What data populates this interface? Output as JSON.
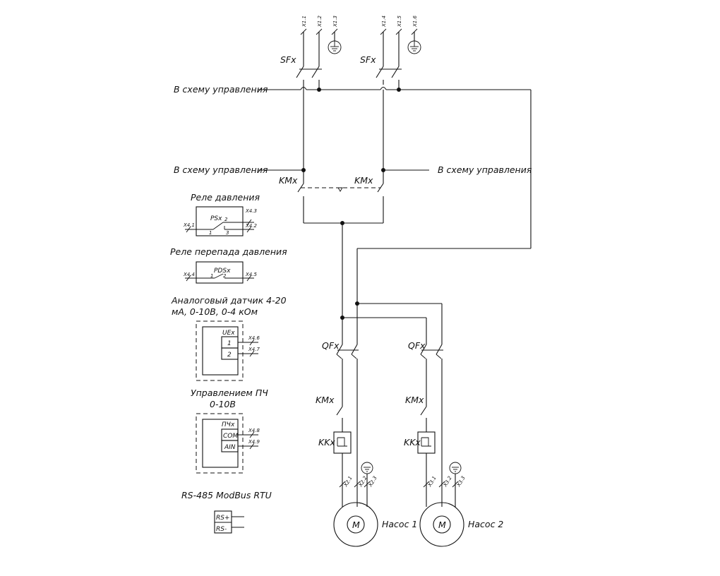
{
  "terminals": {
    "x11": "X1.1",
    "x12": "X1.2",
    "x13": "X1.3",
    "x14": "X1.4",
    "x15": "X1.5",
    "x16": "X1.6",
    "x21": "X2.1",
    "x22": "X2.2",
    "x23": "X2.3",
    "x31": "X3.1",
    "x32": "X3.2",
    "x33": "X3.3",
    "x41": "X4.1",
    "x42": "X4.2",
    "x43": "X4.3",
    "x44": "X4.4",
    "x45": "X4.5",
    "x46": "X4.6",
    "x47": "X4.7",
    "x48": "X4.8",
    "x49": "X4.9"
  },
  "labels": {
    "sf": "SFx",
    "km": "KMx",
    "qf": "QFx",
    "kk": "KKx",
    "to_control": "В схему управления",
    "motor": "M",
    "pump1": "Насос 1",
    "pump2": "Насос 2"
  },
  "legend": {
    "pressure_relay_title": "Реле давления",
    "pressure_relay_code": "PSx",
    "diff_relay_title": "Реле перепада давления",
    "diff_relay_code": "PDSx",
    "analog_title_1": "Аналоговый датчик 4-20",
    "analog_title_2": "мА, 0-10В, 0-4 кОм",
    "analog_code": "UEx",
    "analog_pin1": "1",
    "analog_pin2": "2",
    "vfd_title_1": "Управлением ПЧ",
    "vfd_title_2": "0-10В",
    "vfd_code": "ПЧx",
    "vfd_com": "COM",
    "vfd_ain": "AIN",
    "rs485_title": "RS-485 ModBus RTU",
    "rs_plus": "RS+",
    "rs_minus": "RS-",
    "contact_1": "1",
    "contact_2": "2",
    "contact_3": "3"
  }
}
